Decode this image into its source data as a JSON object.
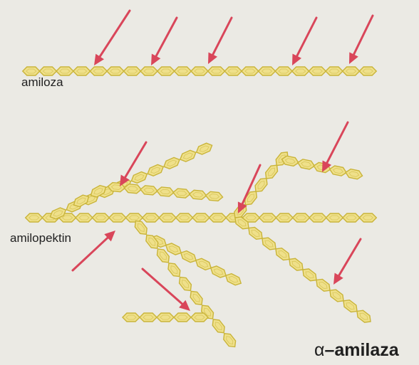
{
  "labels": {
    "amylose": "amiloza",
    "amylopectin": "amilopektin",
    "enzyme_greek": "α",
    "enzyme_rest": "–amilaza"
  },
  "colors": {
    "background": "#ebeae4",
    "chain_fill": "#efe08a",
    "chain_stroke": "#c9b43a",
    "arrow": "#d9465a",
    "text": "#1f1f1f"
  }
}
